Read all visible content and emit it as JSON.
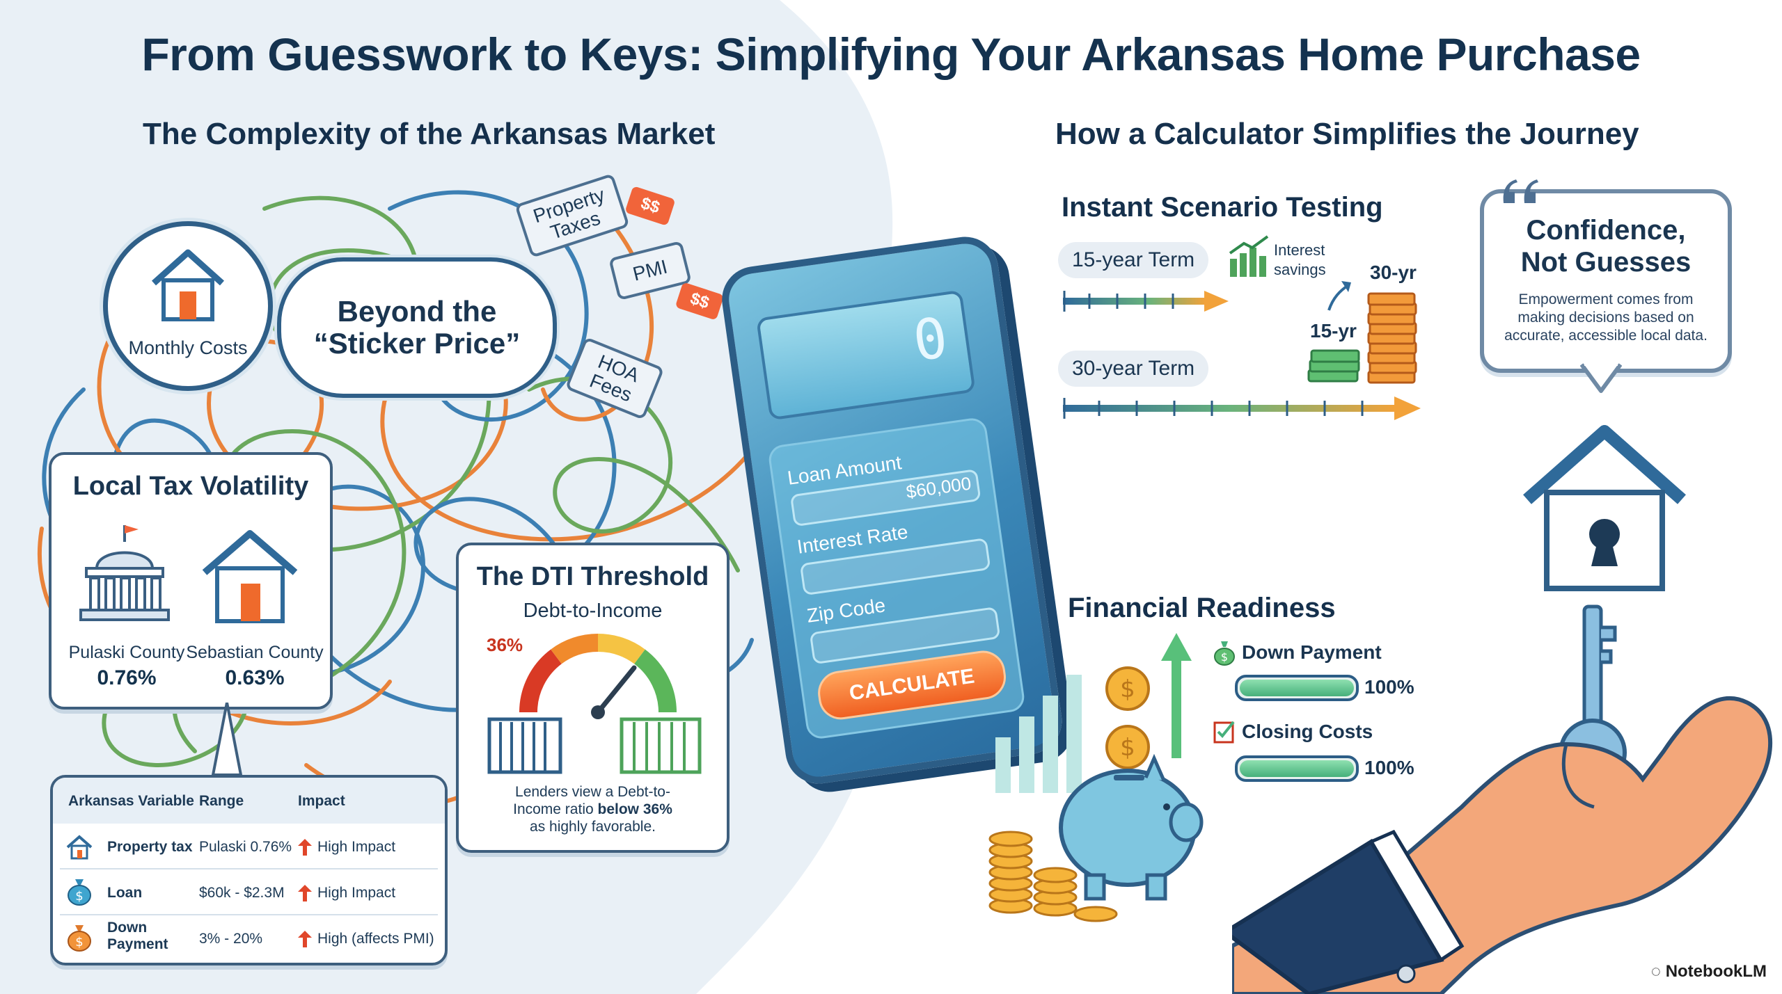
{
  "title": "From Guesswork to Keys: Simplifying Your Arkansas Home Purchase",
  "left_heading": "The Complexity of the Arkansas Market",
  "right_heading": "How a Calculator Simplifies the Journey",
  "monthly_costs": {
    "label": "Monthly Costs",
    "icon": "house-icon"
  },
  "sticker_price": {
    "line1": "Beyond the",
    "line2": "“Sticker Price”"
  },
  "tags": {
    "property_taxes_1": "Property",
    "property_taxes_2": "Taxes",
    "pmi": "PMI",
    "hoa_1": "HOA",
    "hoa_2": "Fees",
    "dollar": "$$"
  },
  "tax_volatility": {
    "title": "Local Tax Volatility",
    "pulaski_label": "Pulaski County",
    "pulaski_value": "0.76%",
    "sebastian_label": "Sebastian County",
    "sebastian_value": "0.63%"
  },
  "dti": {
    "title": "The DTI Threshold",
    "subtitle": "Debt-to-Income",
    "marker": "36%",
    "desc_1": "Lenders view a Debt-to-",
    "desc_2a": "Income ratio ",
    "desc_2b": "below 36%",
    "desc_3": "as highly favorable."
  },
  "table": {
    "headers": [
      "Arkansas Variable",
      "Range",
      "Impact"
    ],
    "rows": [
      {
        "variable": "Property tax",
        "range": "Pulaski 0.76%",
        "impact": "High Impact",
        "icon": "house-icon"
      },
      {
        "variable": "Loan",
        "range": "$60k - $2.3M",
        "impact": "High Impact",
        "icon": "money-bag-icon"
      },
      {
        "variable_1": "Down",
        "variable_2": "Payment",
        "range": "3% - 20%",
        "impact": "High (affects PMI)",
        "icon": "money-bag-icon"
      }
    ]
  },
  "phone": {
    "display": "0",
    "loan_label": "Loan Amount",
    "loan_value": "$60,000",
    "rate_label": "Interest Rate",
    "zip_label": "Zip Code",
    "button": "CALCULATE"
  },
  "scenario": {
    "title": "Instant Scenario Testing",
    "term15": "15-year Term",
    "term30": "30-year Term",
    "interest_1": "Interest",
    "interest_2": "savings",
    "lbl30": "30-yr",
    "lbl15": "15-yr"
  },
  "confidence": {
    "title_1": "Confidence,",
    "title_2": "Not Guesses",
    "text": "Empowerment comes from making decisions based on accurate, accessible local data."
  },
  "readiness": {
    "title": "Financial Readiness",
    "down_label": "Down Payment",
    "down_pct": "100%",
    "down_value": 1.0,
    "closing_label": "Closing Costs",
    "closing_pct": "100%",
    "closing_value": 1.0
  },
  "brand": "NotebookLM",
  "colors": {
    "navy": "#14324f",
    "orange": "#f1643a",
    "green": "#46b07b",
    "blue": "#2f5f88"
  }
}
